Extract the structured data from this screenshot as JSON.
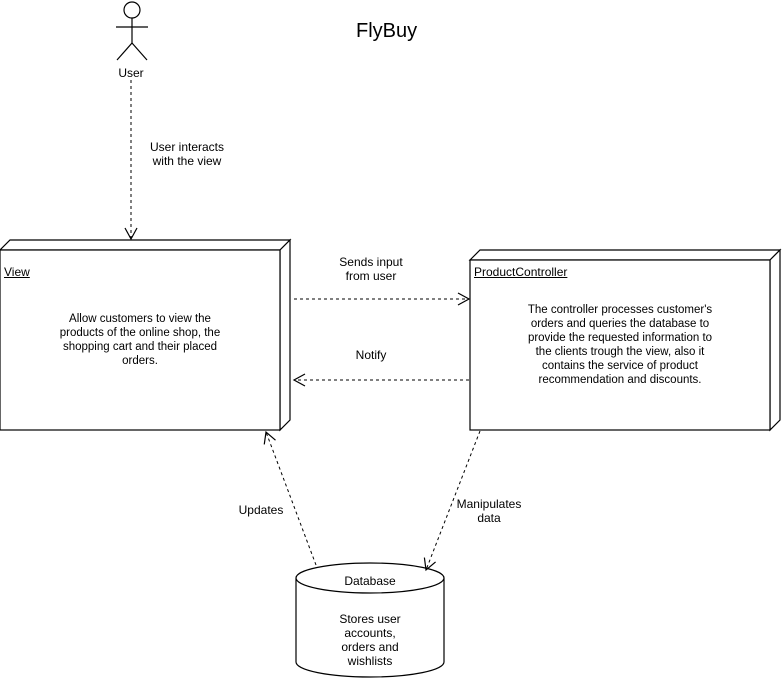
{
  "title": "FlyBuy",
  "actor": {
    "label": "User"
  },
  "nodes": {
    "view": {
      "title": "View",
      "description": "Allow customers to view the\nproducts of the online shop, the\nshopping cart and their placed\norders."
    },
    "controller": {
      "title": "ProductController",
      "description": "The controller processes customer's\norders and queries the database to\nprovide the requested information to\nthe clients trough the view, also it\ncontains the service of product\nrecommendation and discounts."
    },
    "database": {
      "title": "Database",
      "description": "Stores user\naccounts,\norders and\nwishlists"
    }
  },
  "edges": {
    "user_to_view": "User interacts\nwith the view",
    "view_to_controller": "Sends input\nfrom user",
    "controller_to_view": "Notify",
    "db_to_view": "Updates",
    "controller_to_db": "Manipulates\ndata"
  },
  "colors": {
    "stroke": "#000000",
    "background": "#ffffff"
  }
}
